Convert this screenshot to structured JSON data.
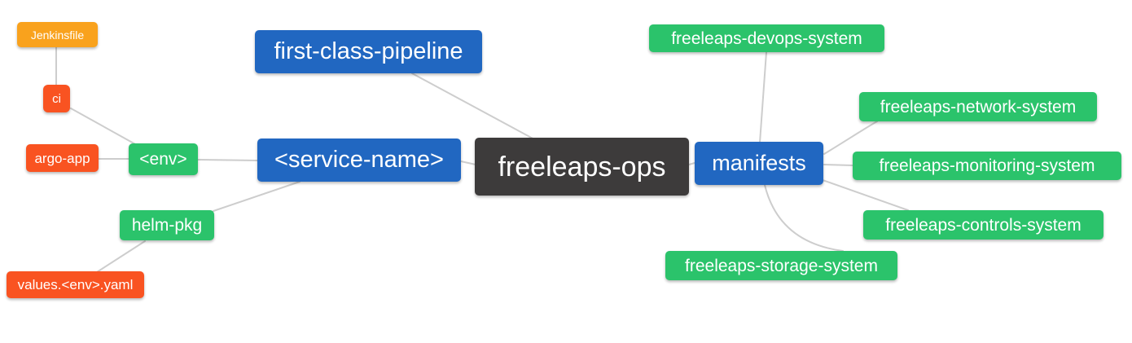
{
  "colors": {
    "root_dark": "#3D3B3B",
    "blue": "#2167C1",
    "green": "#2BC36B",
    "orange": "#F9A21D",
    "red": "#F95321",
    "edge_line": "#CDCDCD",
    "node_text": "#FFFFFF"
  },
  "nodes": [
    {
      "id": "jenkinsfile",
      "label": "Jenkinsfile",
      "color": "orange"
    },
    {
      "id": "ci",
      "label": "ci",
      "color": "red"
    },
    {
      "id": "argo-app",
      "label": "argo-app",
      "color": "red"
    },
    {
      "id": "env",
      "label": "<env>",
      "color": "green"
    },
    {
      "id": "helm-pkg",
      "label": "helm-pkg",
      "color": "green"
    },
    {
      "id": "values-env-yaml",
      "label": "values.<env>.yaml",
      "color": "red"
    },
    {
      "id": "first-class-pipeline",
      "label": "first-class-pipeline",
      "color": "blue"
    },
    {
      "id": "service-name",
      "label": "<service-name>",
      "color": "blue"
    },
    {
      "id": "freeleaps-ops",
      "label": "freeleaps-ops",
      "color": "root_dark"
    },
    {
      "id": "manifests",
      "label": "manifests",
      "color": "blue"
    },
    {
      "id": "freeleaps-devops-system",
      "label": "freeleaps-devops-system",
      "color": "green"
    },
    {
      "id": "freeleaps-network-system",
      "label": "freeleaps-network-system",
      "color": "green"
    },
    {
      "id": "freeleaps-monitoring-system",
      "label": "freeleaps-monitoring-system",
      "color": "green"
    },
    {
      "id": "freeleaps-controls-system",
      "label": "freeleaps-controls-system",
      "color": "green"
    },
    {
      "id": "freeleaps-storage-system",
      "label": "freeleaps-storage-system",
      "color": "green"
    }
  ],
  "edges": [
    {
      "from": "jenkinsfile",
      "to": "ci"
    },
    {
      "from": "ci",
      "to": "env"
    },
    {
      "from": "argo-app",
      "to": "env"
    },
    {
      "from": "env",
      "to": "service-name"
    },
    {
      "from": "helm-pkg",
      "to": "service-name"
    },
    {
      "from": "values-env-yaml",
      "to": "helm-pkg"
    },
    {
      "from": "first-class-pipeline",
      "to": "freeleaps-ops"
    },
    {
      "from": "service-name",
      "to": "freeleaps-ops"
    },
    {
      "from": "freeleaps-ops",
      "to": "manifests"
    },
    {
      "from": "manifests",
      "to": "freeleaps-devops-system"
    },
    {
      "from": "manifests",
      "to": "freeleaps-network-system"
    },
    {
      "from": "manifests",
      "to": "freeleaps-monitoring-system"
    },
    {
      "from": "manifests",
      "to": "freeleaps-controls-system"
    },
    {
      "from": "manifests",
      "to": "freeleaps-storage-system"
    }
  ]
}
